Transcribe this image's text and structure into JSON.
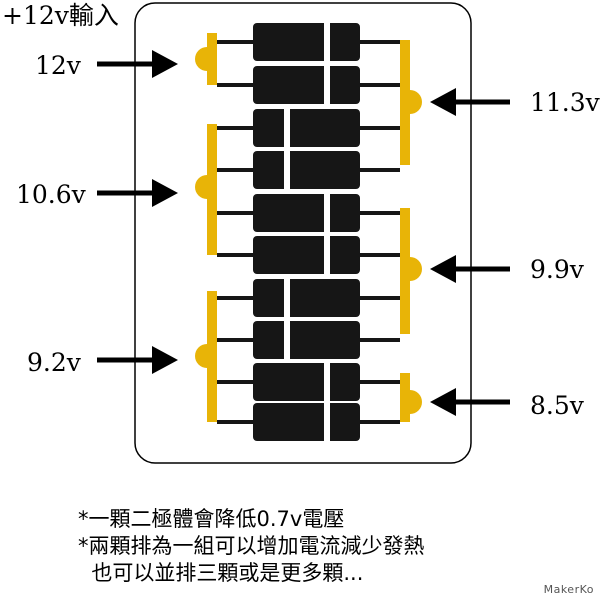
{
  "title": "+12v輸入",
  "colors": {
    "title": "#ee1c24",
    "copper": "#e8b407",
    "diode": "#161616",
    "band": "#ffffff",
    "outline": "#000000"
  },
  "labels": {
    "left": [
      "12v",
      "10.6v",
      "9.2v"
    ],
    "right": [
      "11.3v",
      "9.9v",
      "8.5v"
    ]
  },
  "notes": [
    "*一顆二極體會降低0.7v電壓",
    "*兩顆排為一組可以增加電流減少發熱",
    "  也可以並排三顆或是更多顆..."
  ],
  "watermark": "MakerKo"
}
